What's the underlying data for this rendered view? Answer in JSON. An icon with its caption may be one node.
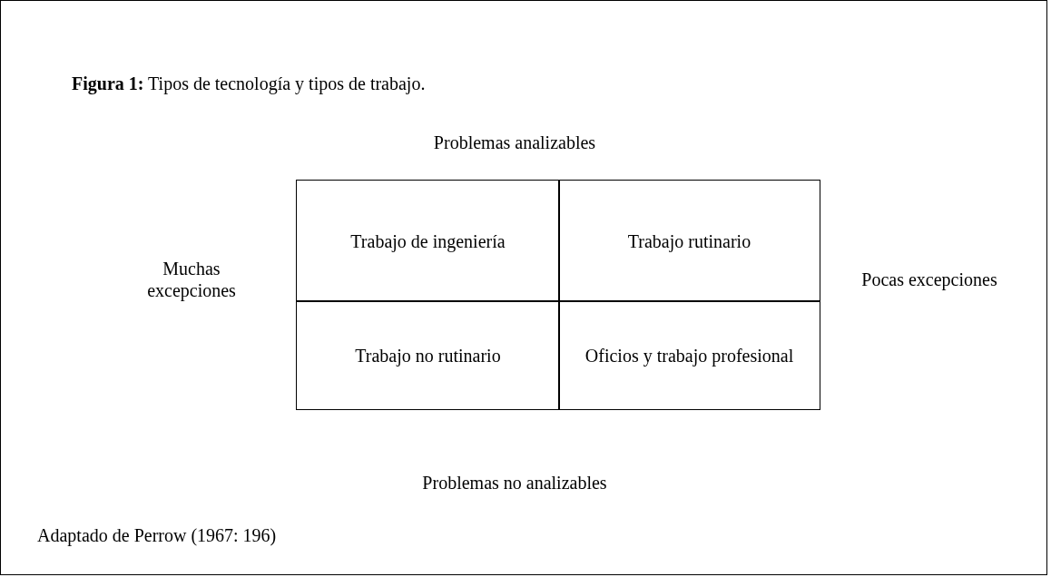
{
  "diagram": {
    "title": "**Figura 1:** Tipos de tecnología y tipos de trabajo.",
    "caption": "Adaptado de Perrow (1967: 196)",
    "nodes": [
      {
        "text": [
          "Trabajo de ingeniería"
        ]
      },
      {
        "text": [
          "Trabajo rutinario"
        ]
      },
      {
        "text": [
          "Trabajo no rutinario"
        ]
      },
      {
        "text": [
          "Oficios y trabajo profesional"
        ]
      }
    ],
    "labels": [
      "Problemas analizables",
      "Muchas excepciones",
      "Pocas excepciones",
      "Problemas no analizables"
    ]
  }
}
